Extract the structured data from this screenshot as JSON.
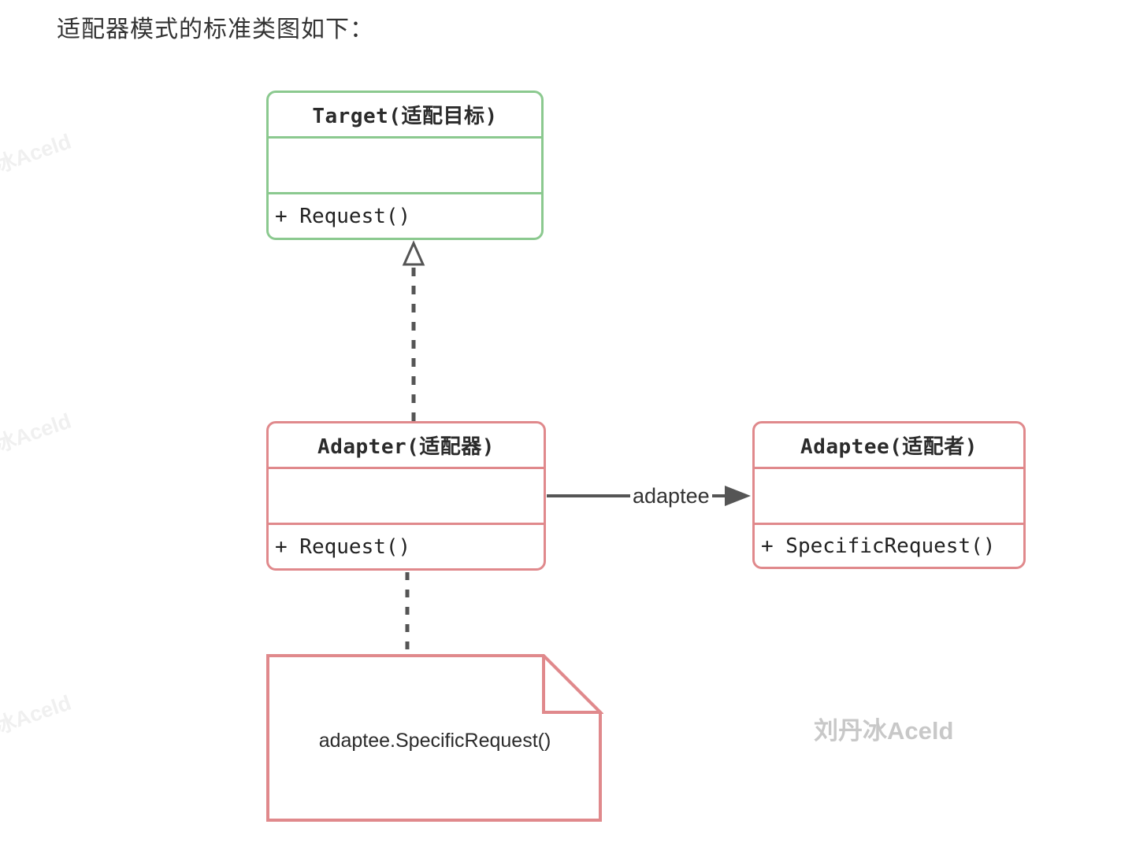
{
  "page": {
    "title": "适配器模式的标准类图如下："
  },
  "colors": {
    "target_border": "#8bc98f",
    "adapter_border": "#e0898c",
    "adaptee_border": "#e0898c",
    "connector_line": "#555555",
    "class_text": "#2b2b2b",
    "watermark_main": "#c8c8c8",
    "watermark_faint": "#f0f0f0"
  },
  "diagram": {
    "classes": [
      {
        "id": "target",
        "title": "Target(适配目标)",
        "attributes": "",
        "methods": "+ Request()",
        "border_color": "#8bc98f"
      },
      {
        "id": "adapter",
        "title": "Adapter(适配器)",
        "attributes": "",
        "methods": "+ Request()",
        "border_color": "#e0898c"
      },
      {
        "id": "adaptee",
        "title": "Adaptee(适配者)",
        "attributes": "",
        "methods": "+ SpecificRequest()",
        "border_color": "#e0898c"
      }
    ],
    "relations": [
      {
        "from": "adapter",
        "to": "target",
        "type": "realization",
        "style": "dashed-open-arrow",
        "label": ""
      },
      {
        "from": "adapter",
        "to": "adaptee",
        "type": "association",
        "style": "solid-filled-arrow",
        "label": "adaptee"
      },
      {
        "from": "adapter",
        "to": "note",
        "type": "note-link",
        "style": "dashed",
        "label": ""
      }
    ],
    "note": {
      "text": "adaptee.SpecificRequest()"
    }
  },
  "watermarks": {
    "main": "刘丹冰Aceld",
    "left_faint": "刘丹冰Aceld"
  }
}
